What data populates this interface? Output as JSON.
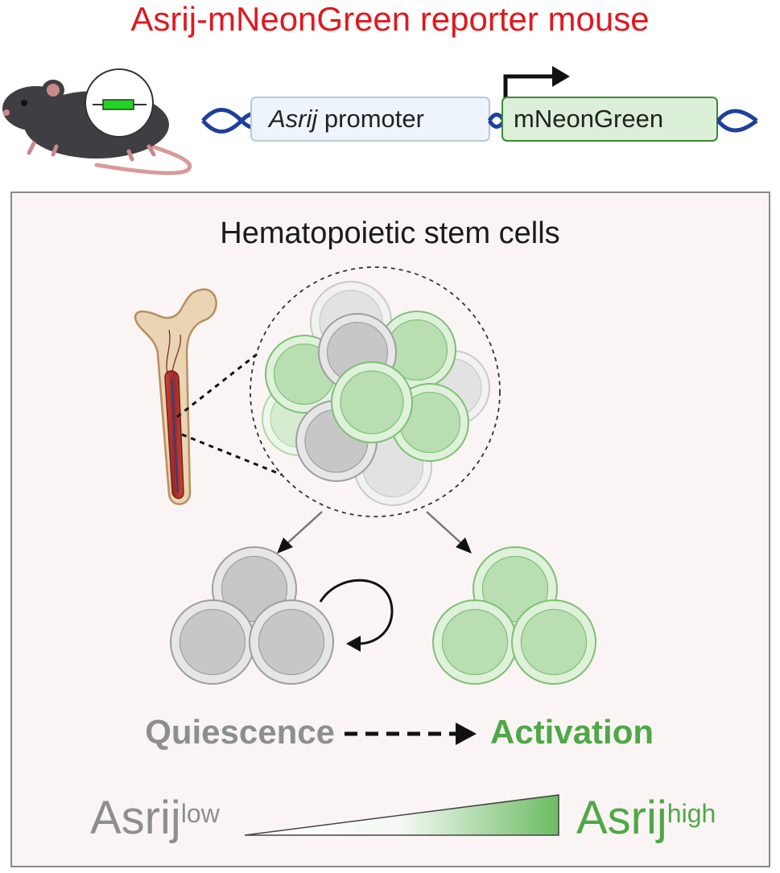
{
  "title": "Asrij-mNeonGreen reporter mouse",
  "construct": {
    "promoter_gene": "Asrij",
    "promoter_suffix": " promoter",
    "reporter": "mNeonGreen"
  },
  "panel": {
    "title": "Hematopoietic stem cells"
  },
  "states": {
    "quiescence": "Quiescence",
    "activation": "Activation"
  },
  "gradient": {
    "low_base": "Asrij",
    "low_sup": "low",
    "high_base": "Asrij",
    "high_sup": "high"
  },
  "colors": {
    "title": "#e0191f",
    "green": "#4ea846",
    "grey": "#8c8f92",
    "dna": "#1f3f9a"
  }
}
